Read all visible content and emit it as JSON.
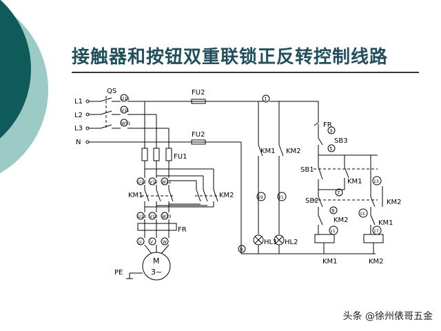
{
  "title": "接触器和按钮双重联锁正反转控制线路",
  "watermark": "头条 @徐州俵哥五金",
  "colors": {
    "teal_dark": "#0f5a5a",
    "teal_light": "#9ccac4",
    "title_color": "#1f4e5c"
  },
  "labels": {
    "qs": "QS",
    "l1": "L1",
    "l2": "L2",
    "l3": "L3",
    "n": "N",
    "u11": "U11",
    "v11": "V11",
    "w11": "W11",
    "fu1": "FU1",
    "fu2_top": "FU2",
    "fu2_mid": "FU2",
    "u12": "U12",
    "v12": "V12",
    "w12": "W12",
    "km1_main": "KM1",
    "km2_main": "KM2",
    "u13": "U13",
    "v13": "V13",
    "w13": "W13",
    "fr_main": "FR",
    "u": "U",
    "v": "V",
    "w": "W",
    "motor_m": "M",
    "motor_3": "3~",
    "pe": "PE",
    "node1": "1",
    "node0": "0",
    "km1_aux": "KM1",
    "km2_aux": "KM2",
    "node19": "19",
    "node21": "21",
    "hl1": "HL1",
    "hl2": "HL2",
    "fr_ctrl": "FR",
    "sb3": "SB3",
    "node3": "3",
    "node5": "5",
    "sb1": "SB1",
    "km1_lock": "KM1",
    "node13": "13",
    "sb2": "SB2",
    "node7": "7",
    "km2_lock": "KM2",
    "node9": "9",
    "node15": "15",
    "km2_il": "KM2",
    "km1_il": "KM1",
    "node11": "11",
    "node17": "17",
    "km1_coil": "KM1",
    "km2_coil": "KM2"
  }
}
